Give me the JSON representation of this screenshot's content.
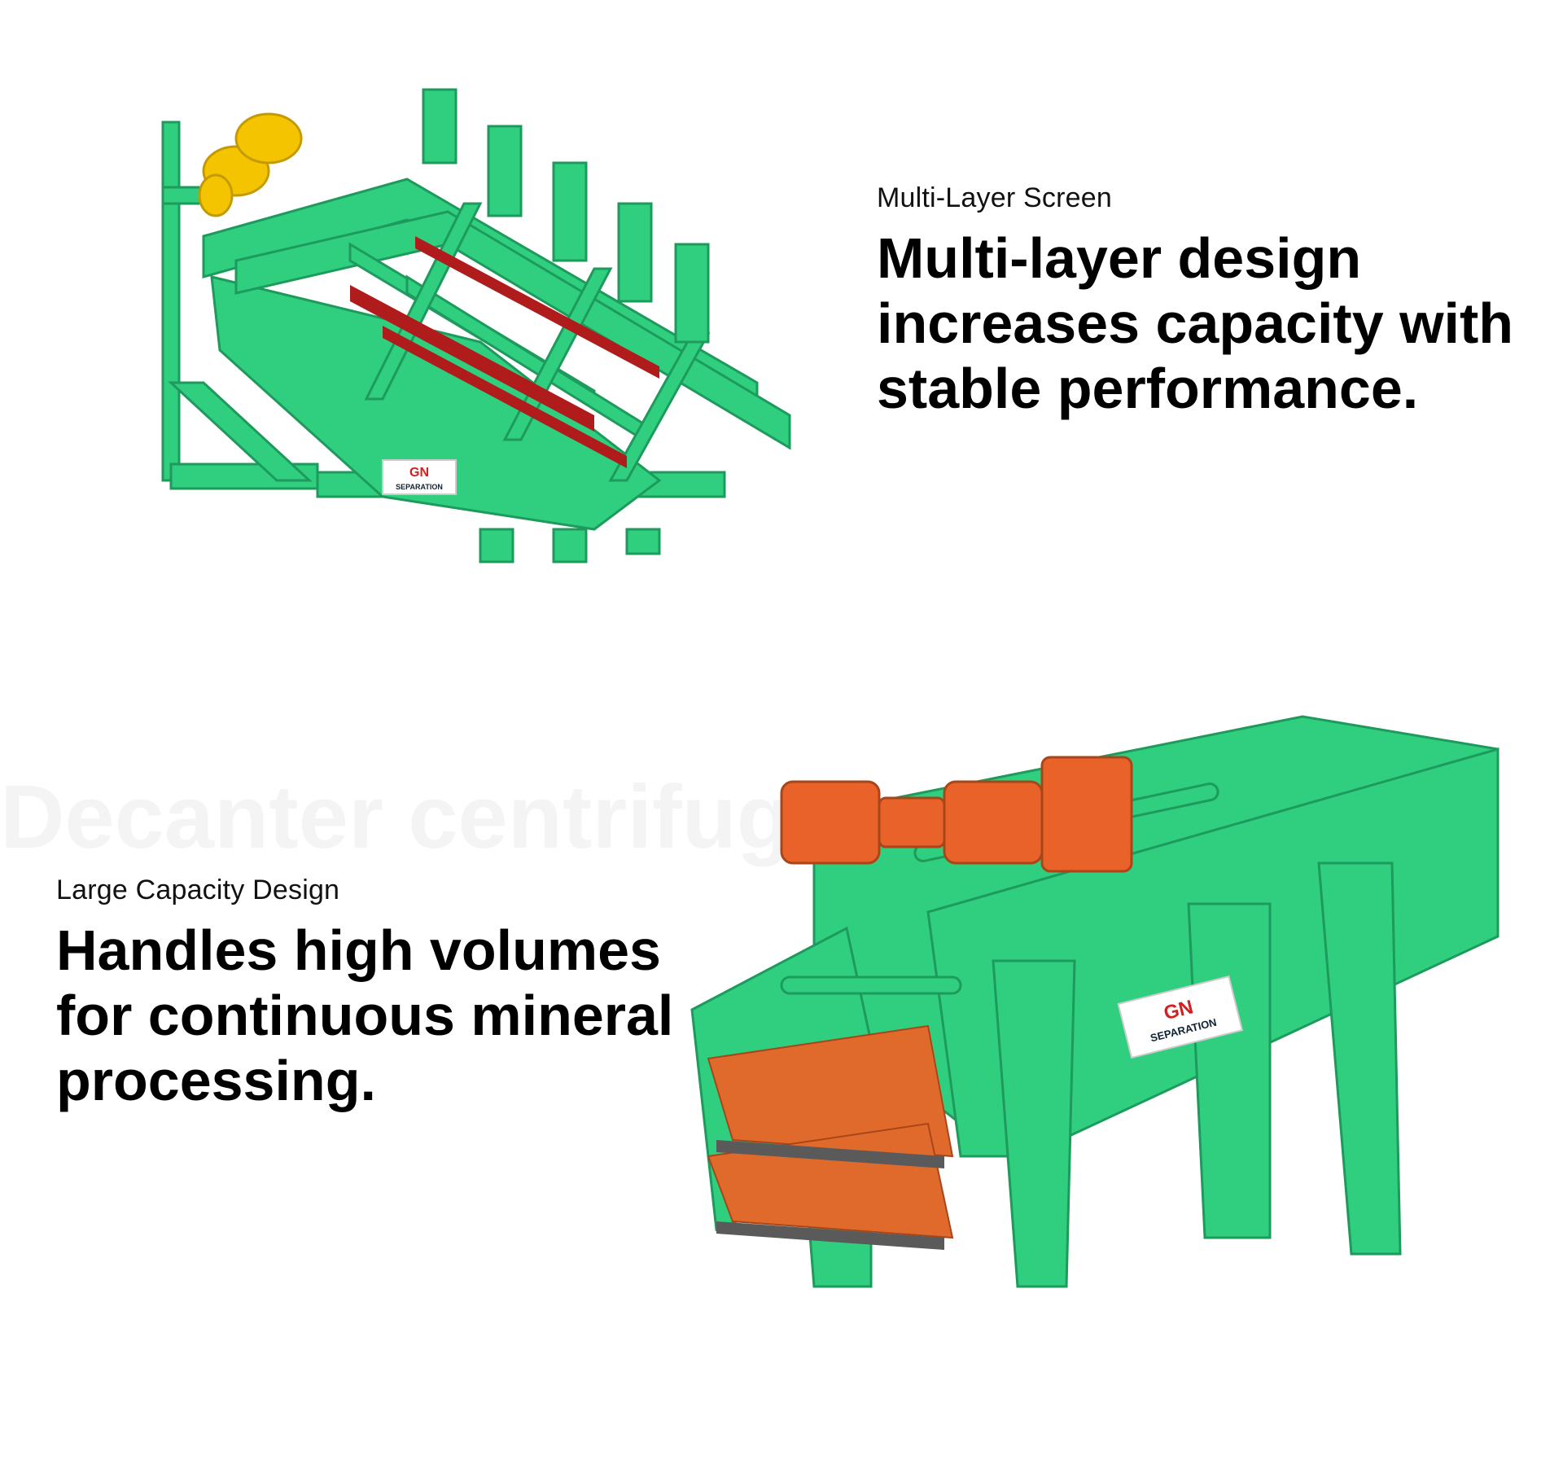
{
  "watermark": {
    "text": "Decanter centrifuge"
  },
  "sections": [
    {
      "eyebrow": "Multi-Layer Screen",
      "headline_lines": [
        "Multi-layer design",
        "increases capacity with",
        "stable performance."
      ]
    },
    {
      "eyebrow": "Large Capacity Design",
      "headline_lines": [
        "Handles high volumes",
        "for continuous mineral",
        "processing."
      ]
    }
  ],
  "logo": {
    "brand": "GN",
    "sub": "SEPARATION"
  },
  "colors": {
    "machine_green": "#2fcf7f",
    "machine_green_dark": "#1e9a5c",
    "screen_red": "#b01b1b",
    "motor_yellow": "#f5c400",
    "motor_orange": "#e8622a",
    "panel_orange": "#e06a2b"
  }
}
